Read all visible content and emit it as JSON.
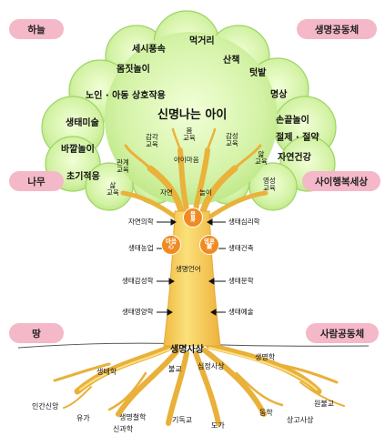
{
  "levels": {
    "sky": "하늘",
    "tree": "나무",
    "ground": "땅"
  },
  "communities": {
    "life": "생명공동체",
    "life_happy": "사이행복세상",
    "people": "사람공동체"
  },
  "crown": {
    "title": "신명나는 아이",
    "items": [
      "세시풍속",
      "먹거리",
      "몸짓놀이",
      "산책",
      "텃밭",
      "노인 · 아동 상호작용",
      "명상",
      "생태미술",
      "손끝놀이",
      "바깥놀이",
      "절제 · 절약",
      "자연건강",
      "초기적응"
    ]
  },
  "branches": {
    "body_edu": [
      "몸",
      "교육"
    ],
    "sense_edu": [
      "감각",
      "교육"
    ],
    "emotion_edu": [
      "감성",
      "교육"
    ],
    "know_edu": [
      "앎",
      "교육"
    ],
    "relation_edu": [
      "관계",
      "교육"
    ],
    "life_edu": [
      "삶",
      "교육"
    ],
    "spirit_edu": [
      "영성",
      "교육"
    ],
    "mind_play": "아이마음",
    "nature": "자연",
    "play": "놀이"
  },
  "core": {
    "body": [
      "몸",
      "身"
    ],
    "mind": [
      "마음",
      "心"
    ],
    "soul": [
      "영혼",
      "靈"
    ]
  },
  "trunk": {
    "left": [
      "자연의학",
      "생태농업",
      "생태감성학",
      "생태영양학"
    ],
    "right": [
      "생태심리학",
      "생태건축",
      "생태문학",
      "생태예술"
    ],
    "center": "생명언어"
  },
  "roots": {
    "title": "생명사상",
    "items": [
      "불교",
      "심정사상",
      "생명학",
      "생태학",
      "인간신앙",
      "유가",
      "생명철학",
      "신과학",
      "기독교",
      "도가",
      "동학",
      "원불교",
      "상고사상"
    ]
  },
  "colors": {
    "crown_fill": "#cdef9d",
    "crown_edge": "#8ecb55",
    "trunk_fill": "#f6cf55",
    "trunk_edge": "#e2a93a",
    "pill": "#f4b8c8",
    "core": "#f08a22"
  }
}
